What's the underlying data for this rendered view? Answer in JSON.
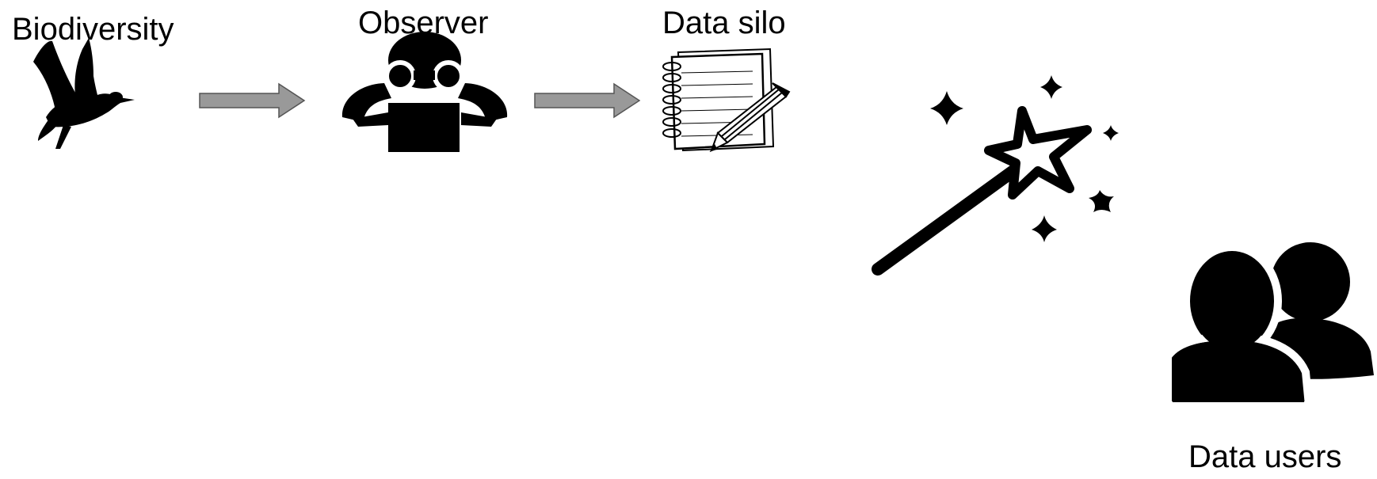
{
  "labels": {
    "biodiversity": "Biodiversity",
    "observer": "Observer",
    "data_silo": "Data silo",
    "data_users": "Data users"
  },
  "colors": {
    "ink": "#000000",
    "arrow_fill": "#999999",
    "arrow_stroke": "#555555",
    "background": "#ffffff"
  },
  "icons": [
    "bird-icon",
    "arrow-right-icon",
    "binoculars-observer-icon",
    "notebook-icon",
    "magic-wand-icon",
    "sparkle-icon",
    "users-icon"
  ]
}
